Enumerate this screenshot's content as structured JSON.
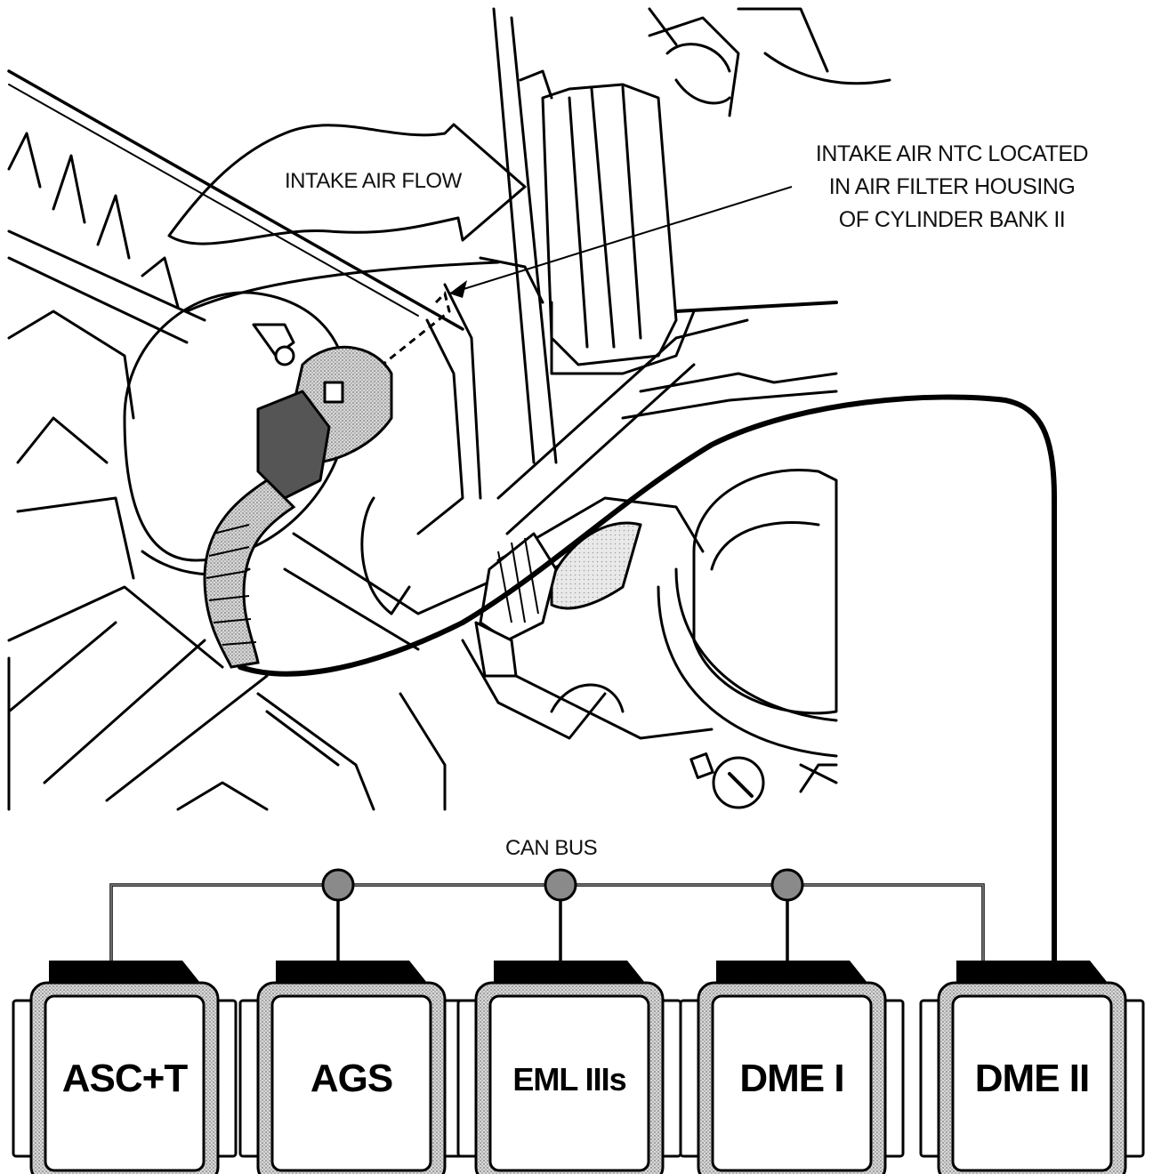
{
  "callouts": {
    "intake_air_flow": "INTAKE AIR FLOW",
    "ntc_line1": "INTAKE AIR NTC LOCATED",
    "ntc_line2": "IN AIR FILTER HOUSING",
    "ntc_line3": "OF CYLINDER BANK II"
  },
  "bus": {
    "label": "CAN BUS"
  },
  "modules": [
    {
      "label": "ASC+T"
    },
    {
      "label": "AGS"
    },
    {
      "label": "EML IIIs"
    },
    {
      "label": "DME I"
    },
    {
      "label": "DME II"
    }
  ],
  "colors": {
    "ink": "#000000",
    "module_shade": "#bdbdbd",
    "bus_line": "#7a7a7a",
    "node": "#8a8a8a"
  }
}
